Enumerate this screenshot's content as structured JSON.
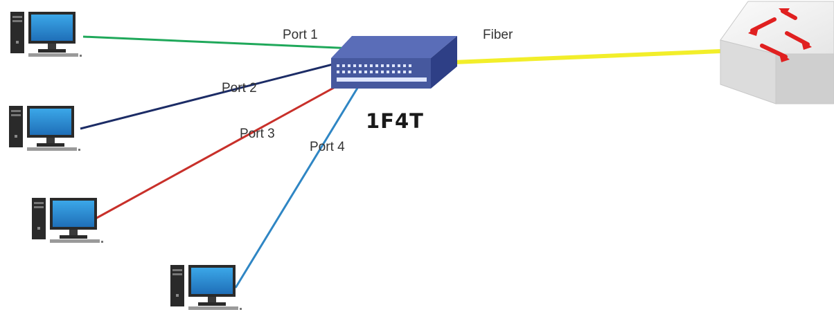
{
  "diagram": {
    "ports": [
      {
        "label": "Port 1",
        "color": "#1fa85a"
      },
      {
        "label": "Port 2",
        "color": "#1c2c66"
      },
      {
        "label": "Port 3",
        "color": "#c8302a"
      },
      {
        "label": "Port 4",
        "color": "#2f86c4"
      }
    ],
    "fiber": {
      "label": "Fiber",
      "color": "#f2ee2a"
    },
    "device": {
      "model": "1F4T"
    },
    "icons": {
      "computer": "desktop-computer-icon",
      "converter": "media-converter-icon",
      "switch": "network-switch-icon"
    }
  }
}
